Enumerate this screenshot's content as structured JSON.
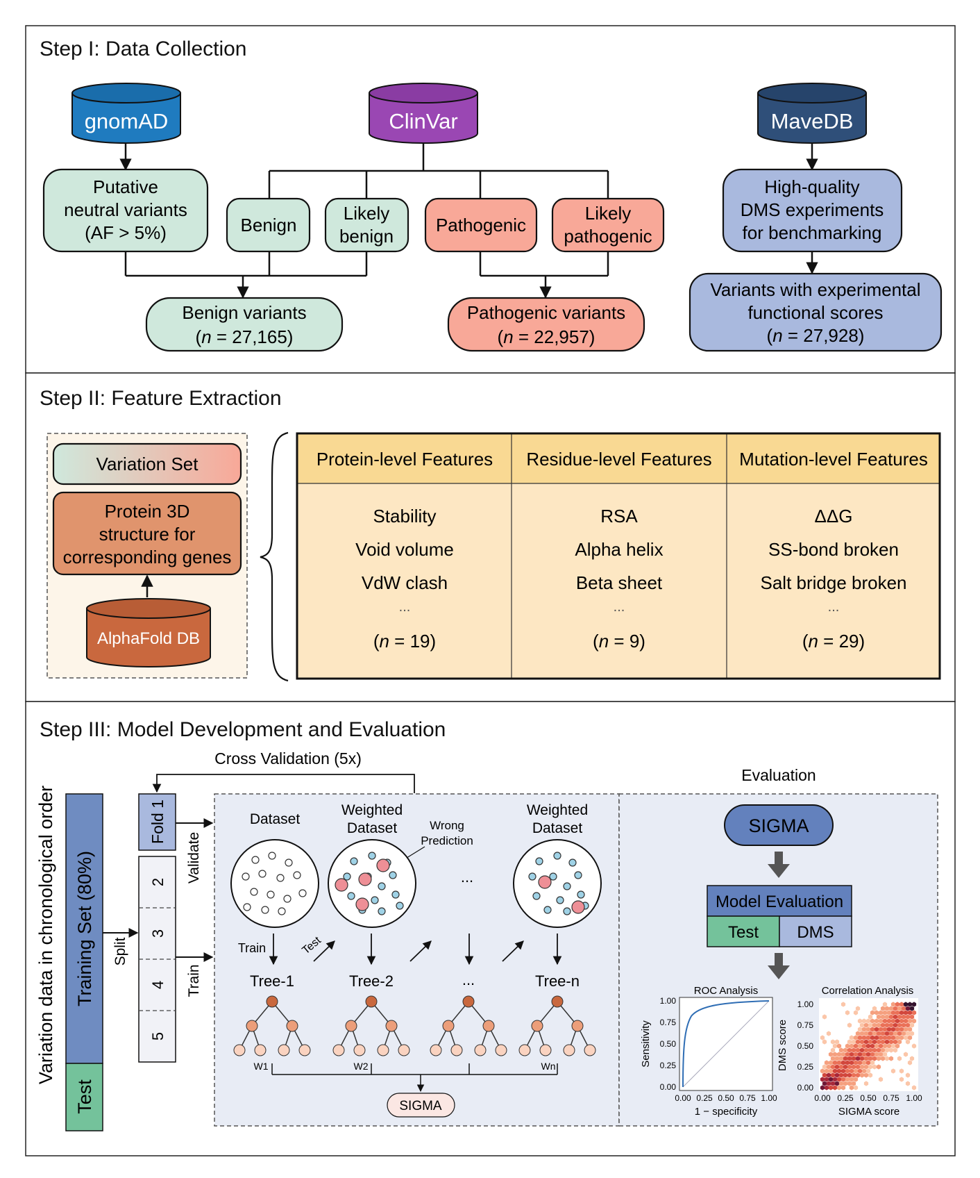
{
  "step1": {
    "title": "Step I: Data Collection",
    "gnomad": "gnomAD",
    "clinvar": "ClinVar",
    "mavedb": "MaveDB",
    "putative": [
      "Putative",
      "neutral variants",
      "(AF > 5%)"
    ],
    "benign": "Benign",
    "likely_benign": [
      "Likely",
      "benign"
    ],
    "pathogenic": "Pathogenic",
    "likely_pathogenic": [
      "Likely",
      "pathogenic"
    ],
    "hq_dms": [
      "High-quality",
      "DMS experiments",
      "for benchmarking"
    ],
    "benign_variants": {
      "label": "Benign variants",
      "n_prefix": "(",
      "n_italic": "n",
      "n_value": " = 27,165)"
    },
    "pathogenic_variants": {
      "label": "Pathogenic variants",
      "n_prefix": "(",
      "n_italic": "n",
      "n_value": " = 22,957)"
    },
    "exp_variants": {
      "lines": [
        "Variants with experimental",
        "functional scores"
      ],
      "n_prefix": "(",
      "n_italic": "n",
      "n_value": " = 27,928)"
    }
  },
  "step2": {
    "title": "Step II: Feature Extraction",
    "variation_set": "Variation Set",
    "protein3d": [
      "Protein 3D",
      "structure for",
      "corresponding genes"
    ],
    "alphafold": "AlphaFold DB",
    "columns": [
      {
        "header": "Protein-level Features",
        "items": [
          "Stability",
          "Void volume",
          "VdW clash"
        ],
        "ellipsis": "...",
        "n_prefix": "(",
        "n_italic": "n",
        "n_value": " = 19)"
      },
      {
        "header": "Residue-level Features",
        "items": [
          "RSA",
          "Alpha helix",
          "Beta sheet"
        ],
        "ellipsis": "...",
        "n_prefix": "(",
        "n_italic": "n",
        "n_value": " = 9)"
      },
      {
        "header": "Mutation-level Features",
        "items": [
          "ΔΔG",
          "SS-bond broken",
          "Salt bridge broken"
        ],
        "ellipsis": "...",
        "n_prefix": "(",
        "n_italic": "n",
        "n_value": " = 29)"
      }
    ]
  },
  "step3": {
    "title": "Step III: Model Development and Evaluation",
    "vertical_label": "Variation data in chronological order",
    "training_set": "Training Set (80%)",
    "test": "Test",
    "split": "Split",
    "folds": [
      "Fold 1",
      "2",
      "3",
      "4",
      "5"
    ],
    "validate": "Validate",
    "train_side": "Train",
    "cross_validation": "Cross Validation (5x)",
    "dataset": "Dataset",
    "weighted_dataset": [
      "Weighted",
      "Dataset"
    ],
    "wrong_prediction": [
      "Wrong",
      "Prediction"
    ],
    "dots": "...",
    "train_arrow": "Train",
    "test_arrow": "Test",
    "trees": [
      "Tree-1",
      "Tree-2",
      "...",
      "Tree-n"
    ],
    "weights": [
      "W1",
      "W2",
      "Wn"
    ],
    "sigma_small": "SIGMA",
    "evaluation": "Evaluation",
    "sigma": "SIGMA",
    "model_evaluation": "Model Evaluation",
    "eval_test": "Test",
    "eval_dms": "DMS",
    "roc": {
      "title": "ROC Analysis",
      "xlabel": "1 − specificity",
      "ylabel": "Sensitivity",
      "ticks": [
        "0.00",
        "0.25",
        "0.50",
        "0.75",
        "1.00"
      ]
    },
    "corr": {
      "title": "Correlation Analysis",
      "xlabel": "SIGMA score",
      "ylabel": "DMS score",
      "ticks": [
        "0.00",
        "0.25",
        "0.50",
        "0.75",
        "1.00"
      ]
    }
  },
  "colors": {
    "green_fill": "#cfe8dc",
    "red_fill": "#f8a898",
    "blue_fill": "#a9b9de",
    "gnomad": "#1f7bbf",
    "clinvar": "#9a47b3",
    "mavedb": "#2f4f79",
    "feature_header": "#f9d993",
    "feature_body": "#fde7c3",
    "alphafold": "#c9683e",
    "protein3d": "#e0946d",
    "training_bar": "#6f8cc1",
    "test_bar": "#74c29b",
    "sigma_node": "#6381bd"
  }
}
